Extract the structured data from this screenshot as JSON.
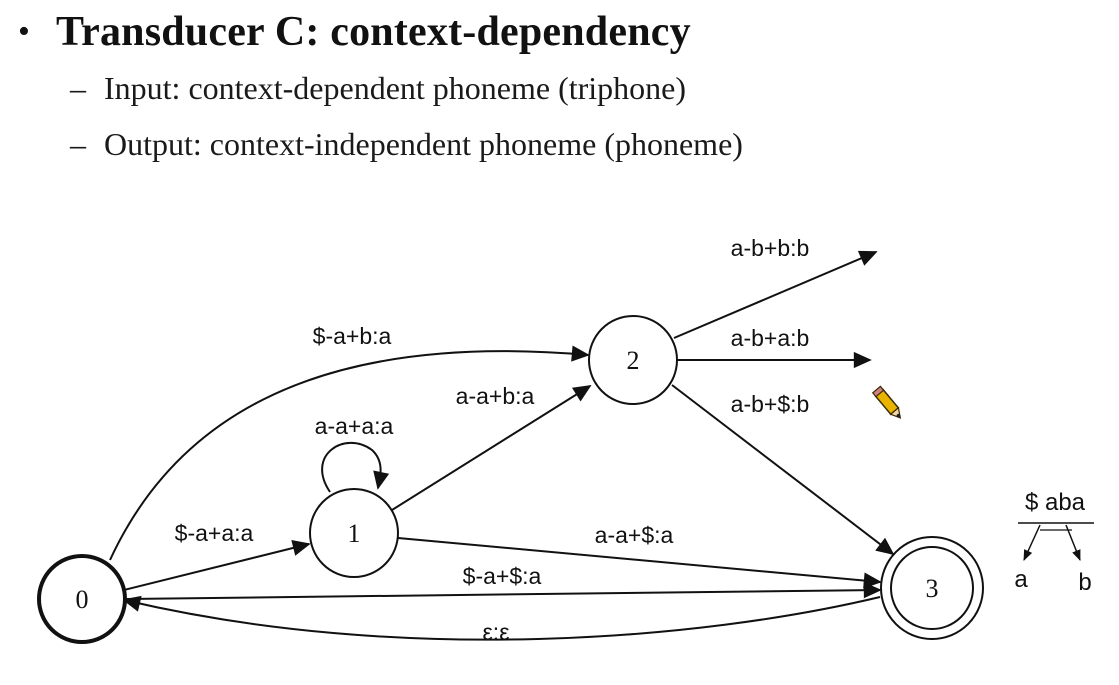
{
  "slide": {
    "title": "Transducer C: context-dependency",
    "bullets": [
      "Input: context-dependent phoneme (triphone)",
      "Output: context-independent phoneme (phoneme)"
    ]
  },
  "diagram": {
    "states": [
      "0",
      "1",
      "2",
      "3"
    ],
    "arcs": {
      "s0_s2": "$-a+b:a",
      "s0_s1": "$-a+a:a",
      "s1_loop": "a-a+a:a",
      "s1_s2": "a-a+b:a",
      "s1_s3": "a-a+$:a",
      "s0_s3": "$-a+$:a",
      "s3_s0": "ε:ε",
      "s2_out_b": "a-b+b:b",
      "s2_out_a": "a-b+a:b",
      "s2_s3": "a-b+$:b"
    },
    "annotation": {
      "top": "$ aba",
      "left": "a",
      "right": "b"
    }
  },
  "colors": {
    "ink": "#111111",
    "background": "#ffffff",
    "pencil": "#e8b400"
  }
}
